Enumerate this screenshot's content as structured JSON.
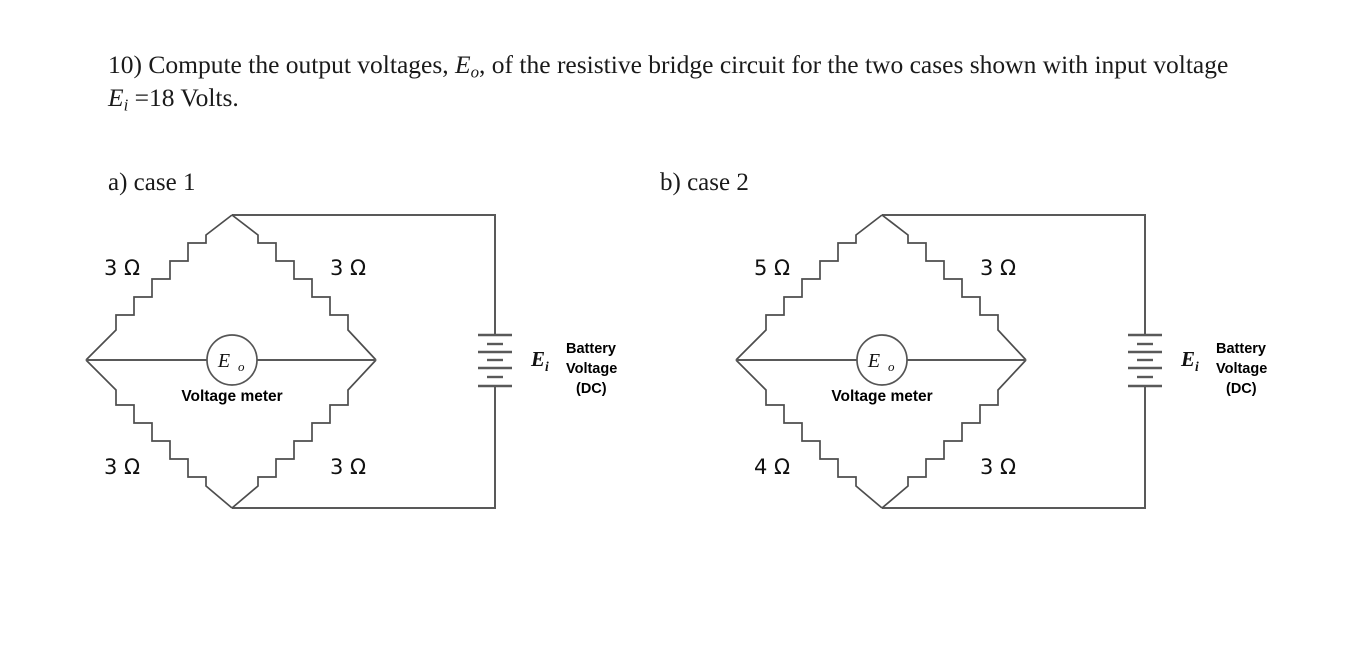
{
  "question": {
    "number": "10)",
    "line1_a": "10) Compute the output voltages, ",
    "line1_var": "E",
    "line1_var_sub": "o",
    "line1_b": ", of the resistive bridge circuit for the two cases shown with",
    "line2_a": "input voltage ",
    "line2_var": "E",
    "line2_var_sub": "i",
    "line2_b": " =18 Volts."
  },
  "cases": [
    {
      "caption": "a) case 1",
      "resistors": {
        "top_left": "3 Ω",
        "top_right": "3 Ω",
        "bottom_left": "3 Ω",
        "bottom_right": "3 Ω"
      },
      "meter": {
        "symbol": "E",
        "symbol_sub": "o",
        "caption": "Voltage meter"
      },
      "battery": {
        "symbol": "E",
        "symbol_sub": "i",
        "label_line1": "Battery",
        "label_line2": "Voltage",
        "label_line3": "(DC)"
      }
    },
    {
      "caption": "b) case 2",
      "resistors": {
        "top_left": "5 Ω",
        "top_right": "3 Ω",
        "bottom_left": "4 Ω",
        "bottom_right": "3 Ω"
      },
      "meter": {
        "symbol": "E",
        "symbol_sub": "o",
        "caption": "Voltage meter"
      },
      "battery": {
        "symbol": "E",
        "symbol_sub": "i",
        "label_line1": "Battery",
        "label_line2": "Voltage",
        "label_line3": "(DC)"
      }
    }
  ],
  "colors": {
    "background": "#ffffff",
    "text": "#1a1a1a",
    "wire": "#595959",
    "resistor": "#4d4d4d"
  }
}
